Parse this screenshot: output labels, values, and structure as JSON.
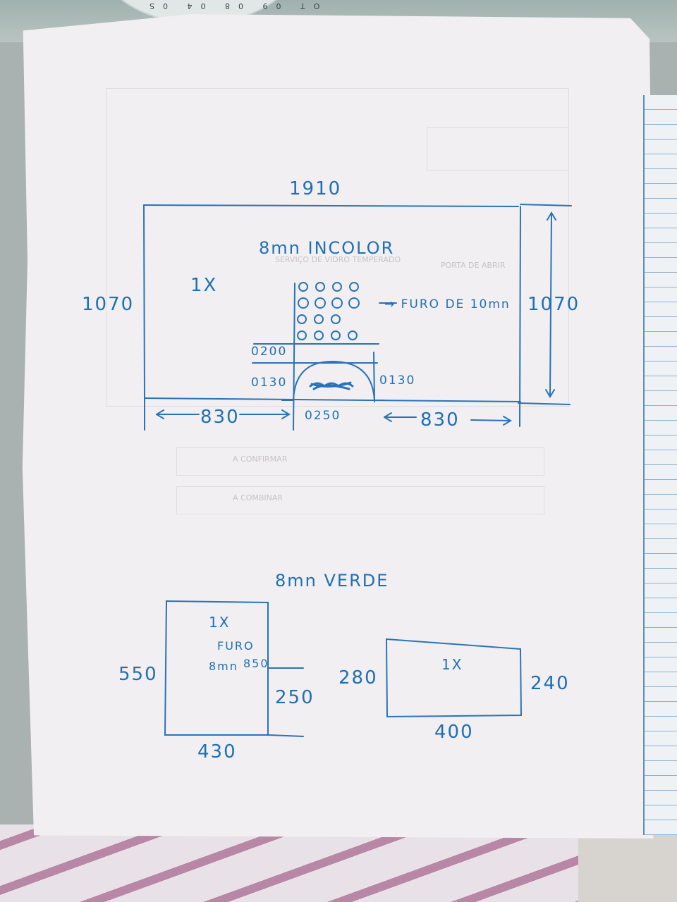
{
  "sheet": {
    "section_top": {
      "material": "8mn INCOLOR",
      "width_total": "1910",
      "height_left": "1070",
      "height_right": "1070",
      "quantity": "1X",
      "hole_note": "→ FURO DE 10mn",
      "dim_0200": "0200",
      "dim_0130_left": "0130",
      "dim_0130_right": "0130",
      "dim_0250": "0250",
      "dim_830_left": "830",
      "dim_830_right": "830"
    },
    "section_bottom": {
      "material": "8mn VERDE",
      "left_piece": {
        "quantity": "1X",
        "hole_label": "FURO",
        "hole_size": "8mn",
        "hole_offset": "850",
        "height": "550",
        "offset": "250",
        "width": "430"
      },
      "right_piece": {
        "quantity": "1X",
        "height_left": "280",
        "height_right": "240",
        "width": "400"
      }
    }
  },
  "background": {
    "protractor_scale": "OT 09 08 04 0S",
    "ghost_text": [
      "SERVIÇO DE VIDRO TEMPERADO",
      "PORTA DE ABRIR",
      "A CONFIRMAR",
      "A COMBINAR"
    ]
  },
  "colors": {
    "ink": "#1f6fb6",
    "paper": "#f1eff1"
  }
}
